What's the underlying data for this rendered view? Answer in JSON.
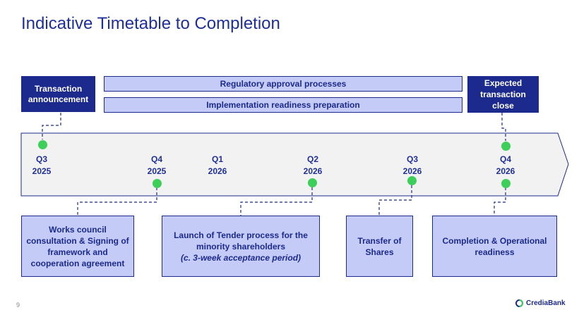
{
  "title": "Indicative Timetable to Completion",
  "top_boxes": {
    "announcement": "Transaction announcement",
    "regulatory": "Regulatory approval processes",
    "implementation": "Implementation readiness preparation",
    "close_line1": "Expected",
    "close_line2": "transaction",
    "close_line3": "close"
  },
  "timeline": [
    {
      "q": "Q3",
      "y": "2025"
    },
    {
      "q": "Q4",
      "y": "2025"
    },
    {
      "q": "Q1",
      "y": "2026"
    },
    {
      "q": "Q2",
      "y": "2026"
    },
    {
      "q": "Q3",
      "y": "2026"
    },
    {
      "q": "Q4",
      "y": "2026"
    }
  ],
  "bottom_boxes": {
    "works_council": "Works council consultation & Signing of framework and cooperation agreement",
    "tender_line": "Launch of Tender process for the minority shareholders",
    "tender_period": "(c. 3-week acceptance period)",
    "transfer": "Transfer of Shares",
    "completion": "Completion & Operational readiness"
  },
  "footer": {
    "page_number": "9",
    "brand": "CrediaBank"
  },
  "colors": {
    "navy": "#1b2a8c",
    "lavender": "#c4cbf7",
    "milestone_green": "#3ecf5a",
    "arrow_fill": "#f2f2f2",
    "title_blue": "#1f2f9a"
  }
}
